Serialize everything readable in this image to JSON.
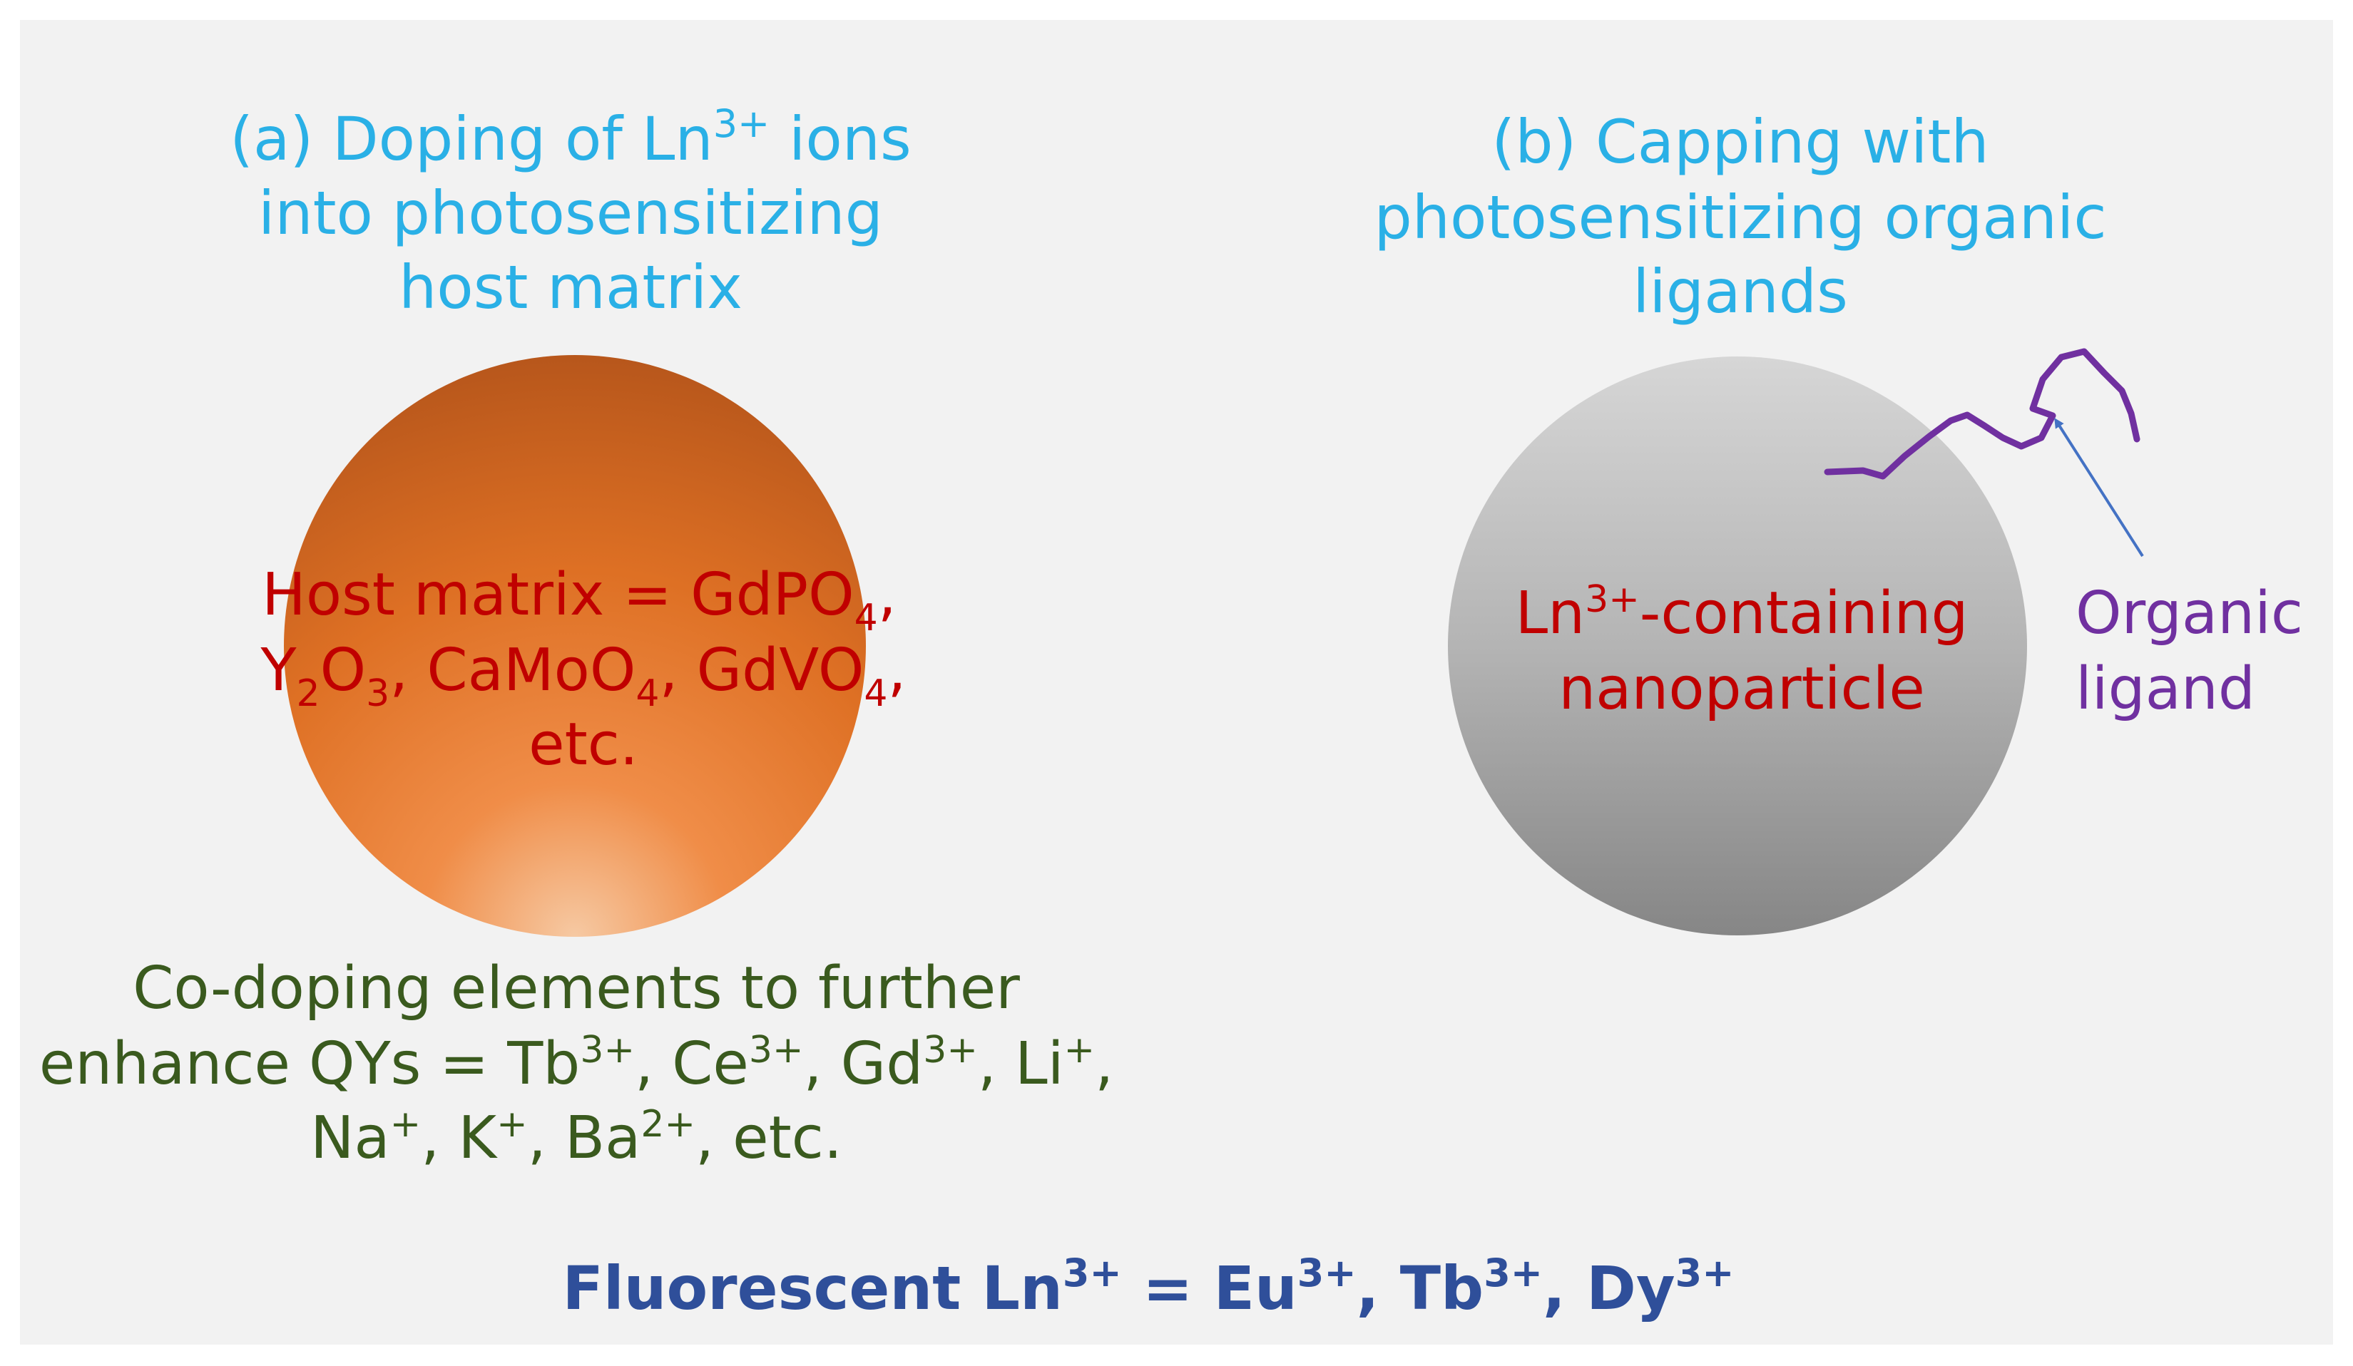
{
  "colors": {
    "background": "#f2f2f2",
    "title": "#2ab0e6",
    "host_text": "#c00000",
    "codoping_text": "#3a5a1e",
    "ligand": "#7030a0",
    "arrow": "#4472c4",
    "footer": "#2f4f9a"
  },
  "panel_a": {
    "title": {
      "l1_pre": "(a) Doping of Ln",
      "l1_sup": "3+",
      "l1_post": " ions",
      "l2": "into photosensitizing",
      "l3": "host matrix"
    },
    "host": {
      "l1_pre": "Host matrix = GdPO",
      "l1_sub": "4",
      "l1_post": ",",
      "l2_y": "Y",
      "l2_y_sub": "2",
      "l2_o": "O",
      "l2_o_sub": "3",
      "l2_ca": ", CaMoO",
      "l2_ca_sub": "4",
      "l2_gd": ", GdVO",
      "l2_gd_sub": "4",
      "l2_end": ",",
      "l3": "etc."
    },
    "codoping": {
      "l1": "Co-doping elements to further",
      "l2_a": "enhance QYs = Tb",
      "l2_tb_sup": "3+",
      "l2_b": ", Ce",
      "l2_ce_sup": "3+",
      "l2_c": ", Gd",
      "l2_gd_sup": "3+",
      "l2_d": ", Li",
      "l2_li_sup": "+",
      "l2_e": ",",
      "l3_a": "Na",
      "l3_na_sup": "+",
      "l3_b": ", K",
      "l3_k_sup": "+",
      "l3_c": ", Ba",
      "l3_ba_sup": "2+",
      "l3_d": ", etc."
    }
  },
  "panel_b": {
    "title": {
      "l1": "(b) Capping with",
      "l2": "photosensitizing organic",
      "l3": "ligands"
    },
    "particle": {
      "l1_pre": "Ln",
      "l1_sup": "3+",
      "l1_post": "-containing",
      "l2": "nanoparticle"
    },
    "ligand_label": {
      "l1": "Organic",
      "l2": "ligand"
    }
  },
  "footer": {
    "pre": "Fluorescent Ln",
    "ln_sup": "3+",
    "mid1": " = Eu",
    "eu_sup": "3+",
    "mid2": ", Tb",
    "tb_sup": "3+",
    "mid3": ", Dy",
    "dy_sup": "3+"
  }
}
